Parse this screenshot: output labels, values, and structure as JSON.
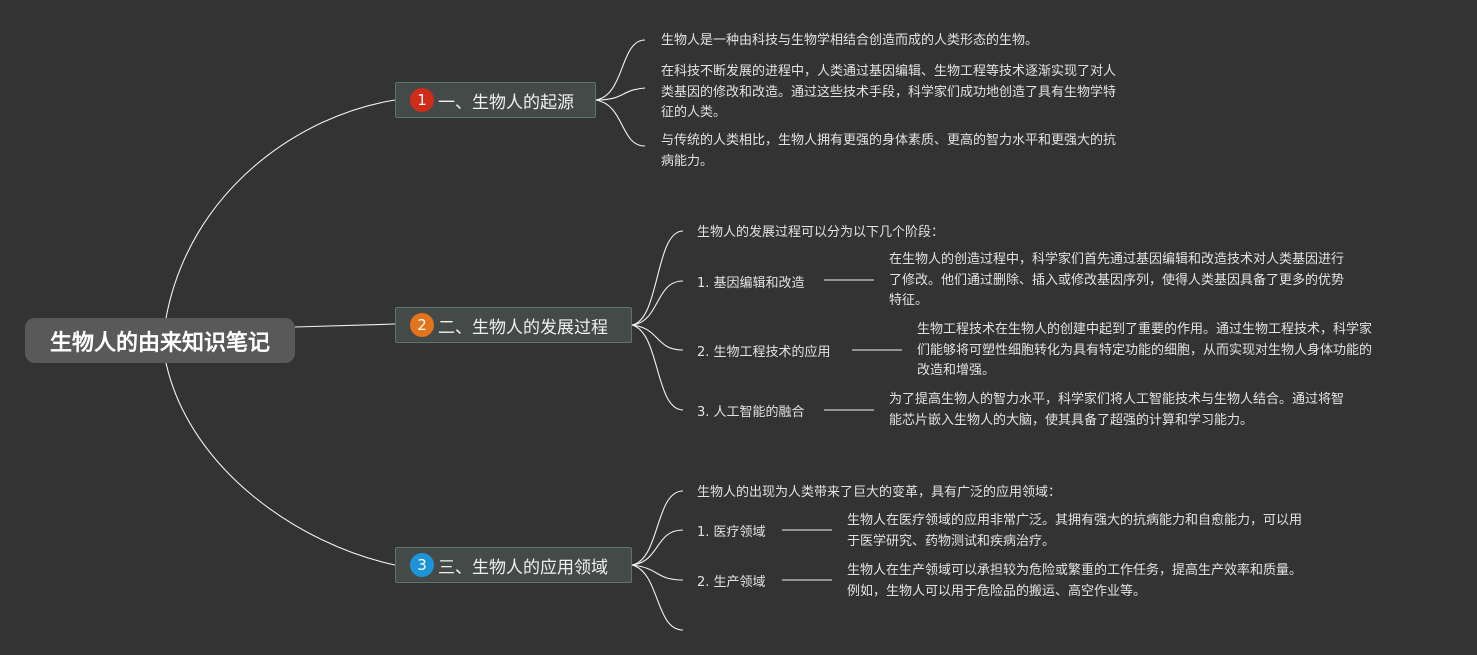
{
  "root": {
    "title": "生物人的由来知识笔记"
  },
  "branches": [
    {
      "number": "1",
      "color": "#d12b1a",
      "title": "一、生物人的起源",
      "items": [
        {
          "lines": [
            "生物人是一种由科技与生物学相结合创造而成的人类形态的生物。"
          ]
        },
        {
          "lines": [
            "在科技不断发展的进程中，人类通过基因编辑、生物工程等技术逐渐实现了对人",
            "类基因的修改和改造。通过这些技术手段，科学家们成功地创造了具有生物学特",
            "征的人类。"
          ]
        },
        {
          "lines": [
            "与传统的人类相比，生物人拥有更强的身体素质、更高的智力水平和更强大的抗",
            "病能力。"
          ]
        }
      ]
    },
    {
      "number": "2",
      "color": "#e3731c",
      "title": "二、生物人的发展过程",
      "intro": "生物人的发展过程可以分为以下几个阶段：",
      "items": [
        {
          "label": "1. 基因编辑和改造",
          "lines": [
            "在生物人的创造过程中，科学家们首先通过基因编辑和改造技术对人类基因进行",
            "了修改。他们通过删除、插入或修改基因序列，使得人类基因具备了更多的优势",
            "特征。"
          ]
        },
        {
          "label": "2. 生物工程技术的应用",
          "lines": [
            "生物工程技术在生物人的创建中起到了重要的作用。通过生物工程技术，科学家",
            "们能够将可塑性细胞转化为具有特定功能的细胞，从而实现对生物人身体功能的",
            "改造和增强。"
          ]
        },
        {
          "label": "3. 人工智能的融合",
          "lines": [
            "为了提高生物人的智力水平，科学家们将人工智能技术与生物人结合。通过将智",
            "能芯片嵌入生物人的大脑，使其具备了超强的计算和学习能力。"
          ]
        }
      ]
    },
    {
      "number": "3",
      "color": "#1d94d8",
      "title": "三、生物人的应用领域",
      "intro": "生物人的出现为人类带来了巨大的变革，具有广泛的应用领域：",
      "items": [
        {
          "label": "1. 医疗领域",
          "lines": [
            "生物人在医疗领域的应用非常广泛。其拥有强大的抗病能力和自愈能力，可以用",
            "于医学研究、药物测试和疾病治疗。"
          ]
        },
        {
          "label": "2. 生产领域",
          "lines": [
            "生物人在生产领域可以承担较为危险或繁重的工作任务，提高生产效率和质量。",
            "例如，生物人可以用于危险品的搬运、高空作业等。"
          ]
        }
      ]
    }
  ]
}
